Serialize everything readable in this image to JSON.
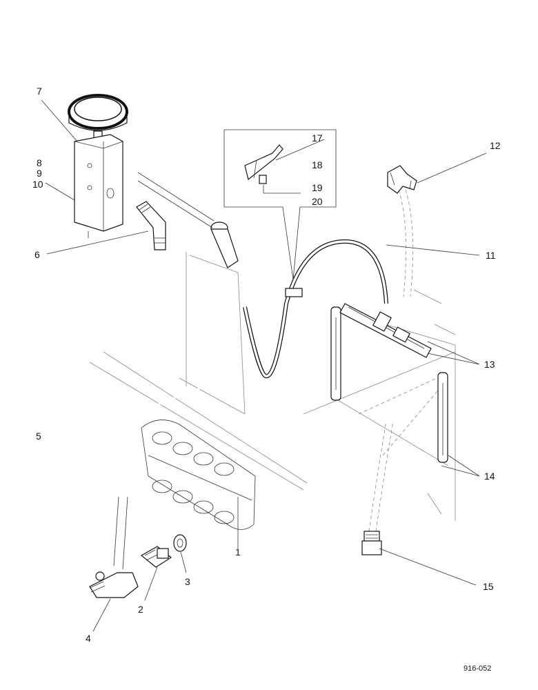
{
  "diagram": {
    "reference": "916-052",
    "callouts": [
      {
        "id": "c1",
        "text": "1"
      },
      {
        "id": "c2",
        "text": "2"
      },
      {
        "id": "c3",
        "text": "3"
      },
      {
        "id": "c4",
        "text": "4"
      },
      {
        "id": "c5",
        "text": "5"
      },
      {
        "id": "c6",
        "text": "6"
      },
      {
        "id": "c7",
        "text": "7"
      },
      {
        "id": "c8",
        "text": "8"
      },
      {
        "id": "c9",
        "text": "9"
      },
      {
        "id": "c10",
        "text": "10"
      },
      {
        "id": "c11",
        "text": "11"
      },
      {
        "id": "c12",
        "text": "12"
      },
      {
        "id": "c13",
        "text": "13"
      },
      {
        "id": "c14",
        "text": "14"
      },
      {
        "id": "c15",
        "text": "15"
      },
      {
        "id": "c17",
        "text": "17"
      },
      {
        "id": "c18",
        "text": "18"
      },
      {
        "id": "c19",
        "text": "19"
      },
      {
        "id": "c20",
        "text": "20"
      }
    ]
  }
}
